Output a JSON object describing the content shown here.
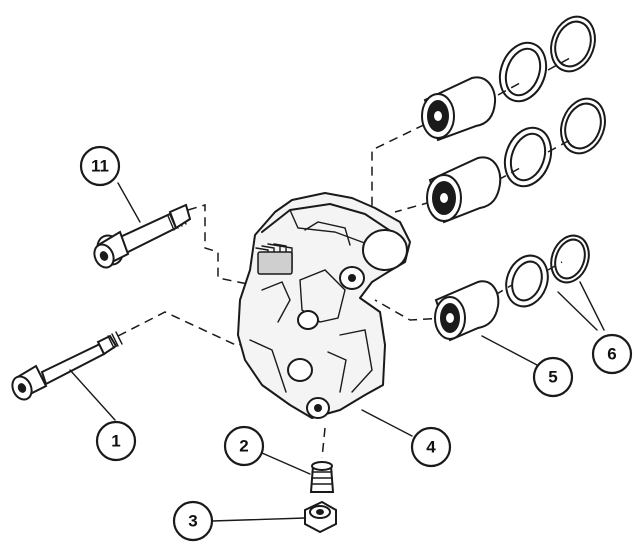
{
  "callouts": {
    "c1": "1",
    "c2": "2",
    "c3": "3",
    "c4": "4",
    "c5": "5",
    "c6": "6",
    "c11": "11"
  }
}
